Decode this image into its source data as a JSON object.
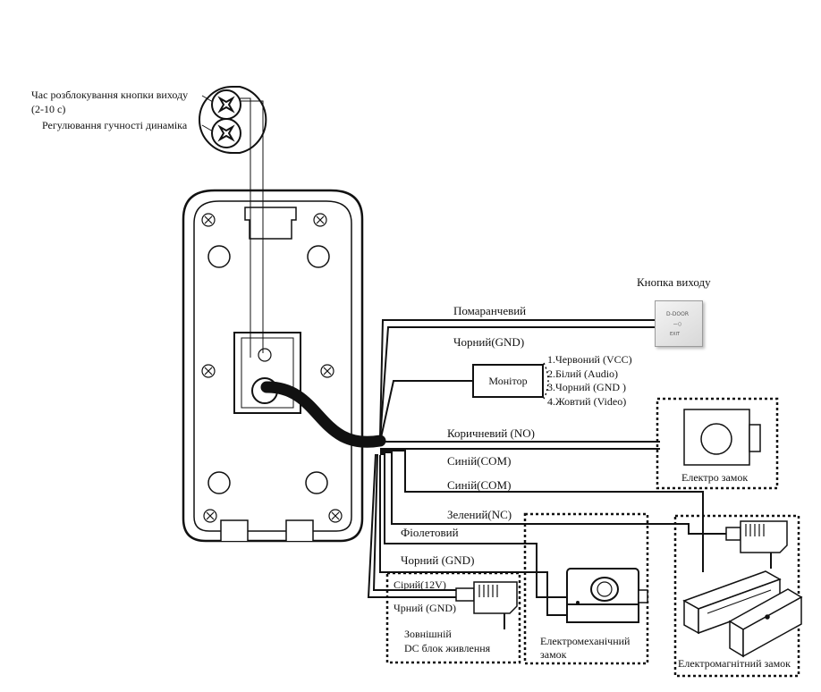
{
  "labels": {
    "exit_unlock_time": "Час розблокування кнопки виходу",
    "exit_unlock_range": "(2-10 с)",
    "speaker_volume": "Регулювання гучності динаміка",
    "exit_button": "Кнопка виходу",
    "orange": "Помаранчевий",
    "black_gnd_1": "Чорний(GND)",
    "monitor": "Монітор",
    "brown_no": "Коричневий (NO)",
    "blue_com_1": "Синій(COM)",
    "blue_com_2": "Синій(COM)",
    "electric_lock": "Електро замок",
    "green_nc": "Зелений(NC)",
    "violet": "Фіолетовий",
    "black_gnd_2": "Чорний (GND)",
    "grey_12v": "Сірий(12V)",
    "black_gnd_3": "Чрний (GND)",
    "ext_power_1": "Зовнішній",
    "ext_power_2": "DC блок живлення",
    "electromech_lock_1": "Електромеханічний",
    "electromech_lock_2": "замок",
    "electromag_lock": "Електромагнітний замок",
    "exit_btn_face_top": "D-DOOR",
    "exit_btn_face_bottom": "EXIT"
  },
  "monitor_wires": [
    "1.Червоний (VCC)",
    "2.Білий (Audio)",
    "3.Чорний (GND   )",
    "4.Жовтий (Video)"
  ],
  "icons": [
    "adjust-screw-icon",
    "key-icon",
    "power-adapter-icon"
  ]
}
